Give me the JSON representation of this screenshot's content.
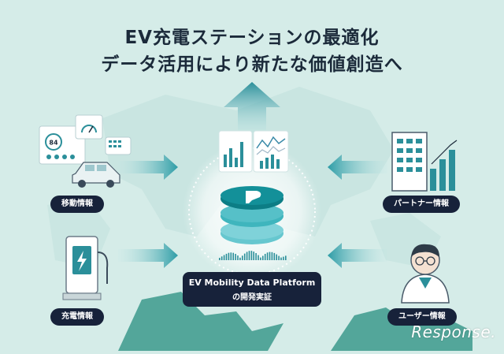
{
  "headline": {
    "line1": "EV充電ステーションの最適化",
    "line2": "データ活用により新たな価値創造へ"
  },
  "inputs": {
    "mobility": "移動情報",
    "charging": "充電情報",
    "partner": "パートナー情報",
    "user": "ユーザー情報"
  },
  "platform": {
    "name": "EV Mobility Data Platform",
    "subtitle": "の開発実証"
  },
  "dashboard_gauge_value": "84",
  "watermark": "Response.",
  "colors": {
    "background": "#d5ece8",
    "arrow": "#3aa7b0",
    "up_arrow": "#2b8f9a",
    "pill": "#17223a",
    "disc_top": "#0c7d85",
    "disc_mid": "#3fb5bd",
    "disc_bottom": "#66c7cf"
  }
}
